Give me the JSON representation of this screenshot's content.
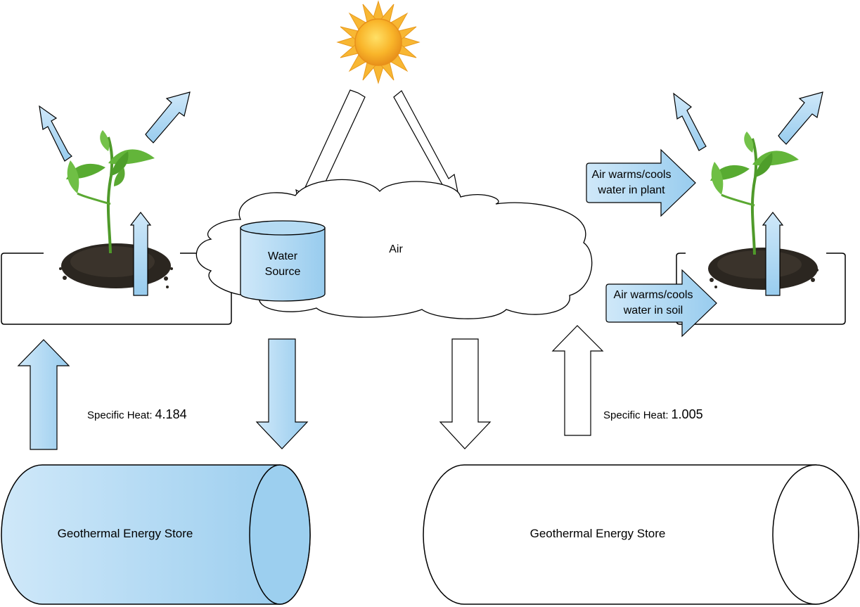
{
  "labels": {
    "air": "Air",
    "water_source_line1": "Water",
    "water_source_line2": "Source",
    "specific_heat_water_label": "Specific Heat:",
    "specific_heat_water_value": "4.184",
    "specific_heat_air_label": "Specific Heat:",
    "specific_heat_air_value": "1.005",
    "plant_arrow_line1": "Air warms/cools",
    "plant_arrow_line2": "water in plant",
    "soil_arrow_line1": "Air warms/cools",
    "soil_arrow_line2": "water in soil",
    "store_left": "Geothermal Energy Store",
    "store_right": "Geothermal Energy Store"
  },
  "colors": {
    "light_blue": "#c6e3f7",
    "mid_blue": "#9ccfef",
    "sun_core": "#f7a81b",
    "sun_ray": "#fbc02d",
    "stroke": "#000000"
  },
  "icons": [
    "sun-icon",
    "plant-icon",
    "cloud-shape",
    "cylinder-shape",
    "arrow-shape"
  ]
}
